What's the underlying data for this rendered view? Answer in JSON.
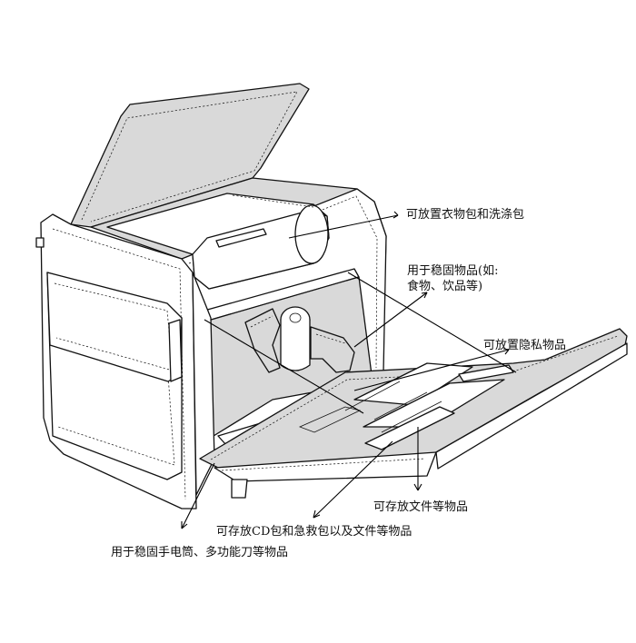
{
  "callouts": {
    "clothes": "可放置衣物包和洗涤包",
    "food_line1": "用于稳固物品(如:",
    "food_line2": "食物、饮品等)",
    "private": "可放置隐私物品",
    "documents": "可存放文件等物品",
    "cd_kit": "可存放CD包和急救包以及文件等物品",
    "flashlight": "用于稳固手电筒、多功能刀等物品"
  },
  "colors": {
    "line": "#111111",
    "panel_fill": "#d9d9d9",
    "background": "#ffffff"
  }
}
